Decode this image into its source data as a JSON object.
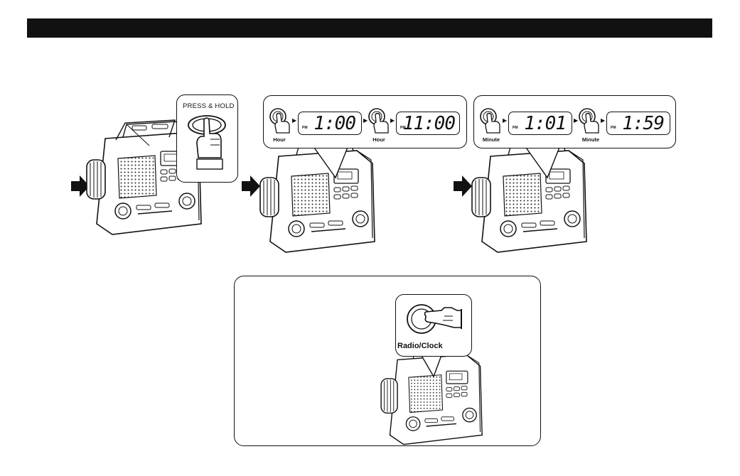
{
  "header_bar": {
    "color": "#111111"
  },
  "step1": {
    "instruction": "PRESS & HOLD"
  },
  "step2": {
    "button_label_1": "Hour",
    "pm_1": "PM",
    "display_1": "1:00",
    "button_label_2": "Hour",
    "pm_2": "PM",
    "display_2": "11:00"
  },
  "step3": {
    "button_label_1": "Minute",
    "pm_1": "PM",
    "display_1": "1:01",
    "button_label_2": "Minute",
    "pm_2": "PM",
    "display_2": "1:59"
  },
  "bottom_panel": {
    "button_label": "Radio/Clock"
  }
}
